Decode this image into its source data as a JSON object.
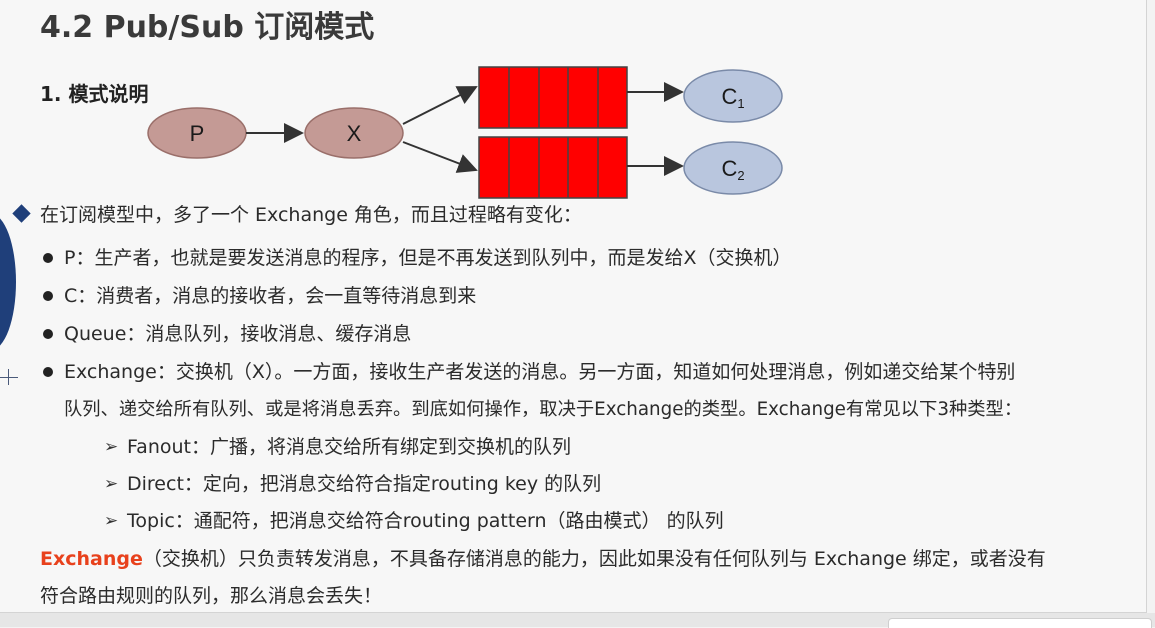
{
  "title": "4.2 Pub/Sub 订阅模式",
  "section_heading": "1. 模式说明",
  "diagram": {
    "producer": "P",
    "exchange": "X",
    "consumer1": {
      "letter": "C",
      "sub": "1"
    },
    "consumer2": {
      "letter": "C",
      "sub": "2"
    },
    "colors": {
      "node_fill": "#c49a95",
      "node_stroke": "#9a6f6a",
      "consumer_fill": "#b9c6de",
      "consumer_stroke": "#7a8aa8",
      "queue_fill": "#ff0000"
    }
  },
  "intro": "在订阅模型中，多了一个 Exchange 角色，而且过程略有变化：",
  "bullets": [
    "P：生产者，也就是要发送消息的程序，但是不再发送到队列中，而是发给X（交换机）",
    "C：消费者，消息的接收者，会一直等待消息到来",
    "Queue：消息队列，接收消息、缓存消息",
    "Exchange：交换机（X）。一方面，接收生产者发送的消息。另一方面，知道如何处理消息，例如递交给某个特别"
  ],
  "bullet4_cont": "队列、递交给所有队列、或是将消息丢弃。到底如何操作，取决于Exchange的类型。Exchange有常见以下3种类型：",
  "types": [
    "Fanout：广播，将消息交给所有绑定到交换机的队列",
    "Direct：定向，把消息交给符合指定routing key 的队列",
    "Topic：通配符，把消息交给符合routing pattern（路由模式） 的队列"
  ],
  "note": {
    "highlight": "Exchange",
    "text1": "（交换机）只负责转发消息，不具备存储消息的能力，因此如果没有任何队列与 Exchange 绑定，或者没有",
    "text2": "符合路由规则的队列，那么消息会丢失！"
  }
}
